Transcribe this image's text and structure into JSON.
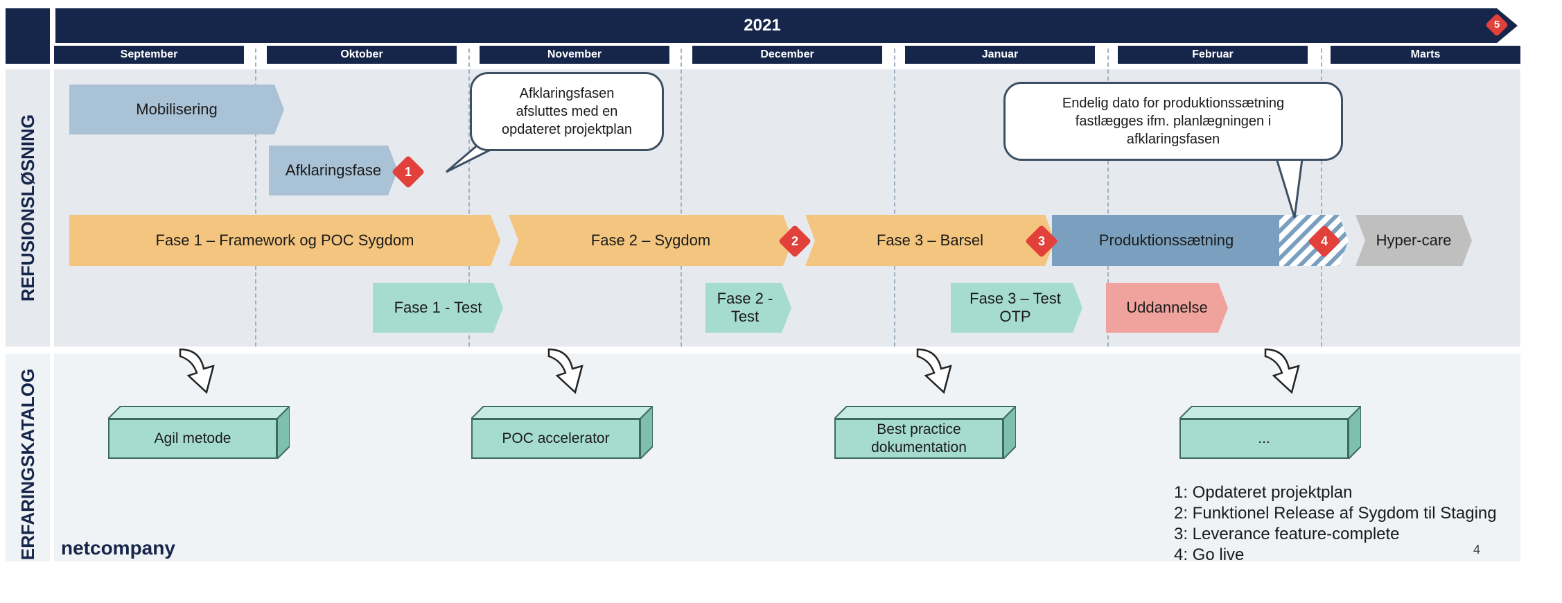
{
  "timeline": {
    "year": "2021",
    "marker": "5",
    "months": [
      "September",
      "Oktober",
      "November",
      "December",
      "Januar",
      "Februar",
      "Marts"
    ]
  },
  "sections": {
    "top": "REFUSIONSLØSNING",
    "bottom": "ERFARINGSKATALOG"
  },
  "bars": {
    "mobilisering": "Mobilisering",
    "afklaringsfase": "Afklaringsfase",
    "fase1": "Fase 1 – Framework og POC Sygdom",
    "fase2": "Fase 2 – Sygdom",
    "fase3": "Fase 3 – Barsel",
    "produktion": "Produktionssætning",
    "hypercare": "Hyper-care",
    "fase1test": "Fase 1 - Test",
    "fase2test": "Fase 2 - Test",
    "fase3test": "Fase 3 – Test OTP",
    "uddannelse": "Uddannelse"
  },
  "callouts": {
    "left": "Afklaringsfasen afsluttes med en opdateret projektplan",
    "right": "Endelig dato for produktionssætning fastlægges ifm. planlægningen i afklaringsfasen"
  },
  "milestones": [
    "1",
    "2",
    "3",
    "4"
  ],
  "catalog": [
    "Agil metode",
    "POC accelerator",
    "Best practice dokumentation",
    "..."
  ],
  "legend": [
    "1: Opdateret projektplan",
    "2: Funktionel Release af Sygdom til Staging",
    "3: Leverance feature-complete",
    "4: Go live"
  ],
  "footer": {
    "brand": "netcompany",
    "page": "4"
  },
  "colors": {
    "navy": "#16254a",
    "orange": "#f4c57e",
    "steel": "#a9c2d6",
    "production": "#7ba0bf",
    "teal": "#a6dccf",
    "salmon": "#f0a29c",
    "gray": "#bfbfbf",
    "milestone": "#e2403a"
  }
}
